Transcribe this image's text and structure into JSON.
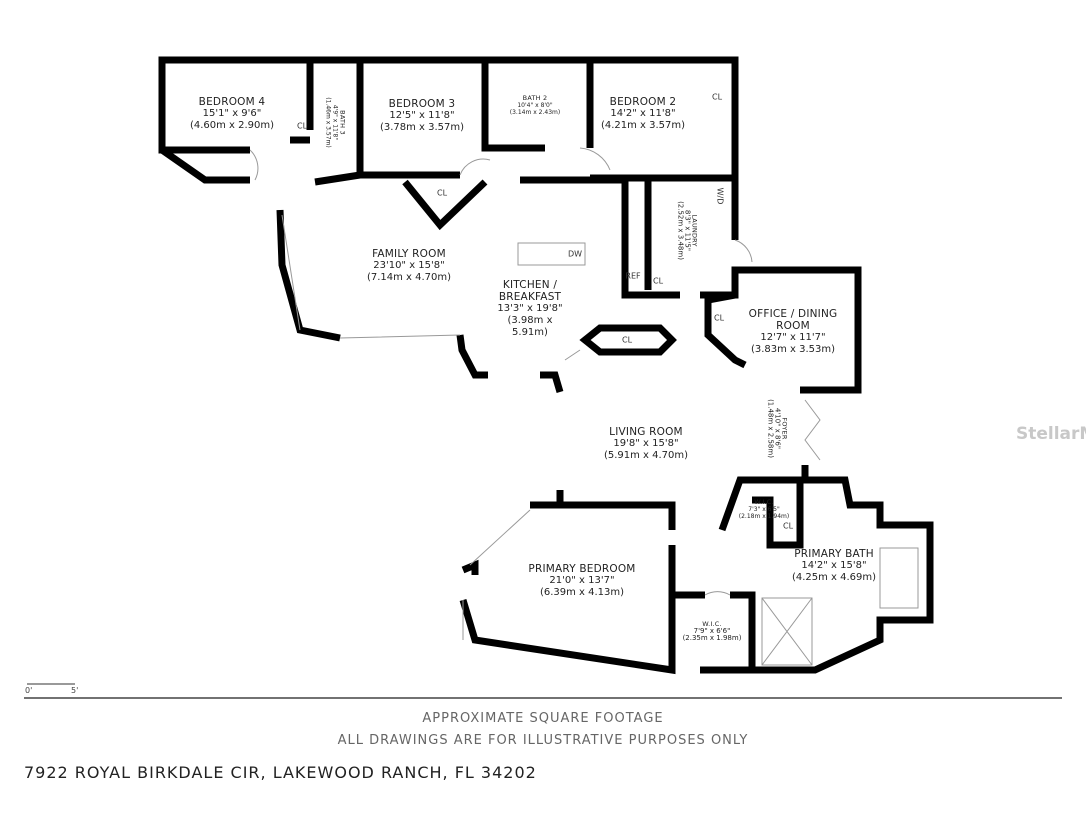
{
  "rooms": [
    {
      "id": "bedroom-4",
      "name": "BEDROOM 4",
      "dims": "15'1\" x 9'6\"",
      "metric": "(4.60m x 2.90m)"
    },
    {
      "id": "bath-3",
      "name": "BATH 3",
      "dims": "4'9\" x 11'8\"",
      "metric": "(1.46m x 3.57m)"
    },
    {
      "id": "bedroom-3",
      "name": "BEDROOM 3",
      "dims": "12'5\" x 11'8\"",
      "metric": "(3.78m x 3.57m)"
    },
    {
      "id": "bath-2",
      "name": "BATH 2",
      "dims": "10'4\" x 8'0\"",
      "metric": "(3.14m x 2.43m)"
    },
    {
      "id": "bedroom-2",
      "name": "BEDROOM 2",
      "dims": "14'2\" x 11'8\"",
      "metric": "(4.21m x 3.57m)"
    },
    {
      "id": "family-room",
      "name": "FAMILY ROOM",
      "dims": "23'10\" x 15'8\"",
      "metric": "(7.14m x 4.70m)"
    },
    {
      "id": "kitchen",
      "name": "KITCHEN / BREAKFAST",
      "dims": "13'3\" x 19'8\"",
      "metric": "(3.98m x 5.91m)"
    },
    {
      "id": "laundry",
      "name": "LAUNDRY",
      "dims": "8'3\" x 11'5\"",
      "metric": "(2.52m x 3.48m)"
    },
    {
      "id": "office",
      "name": "OFFICE / DINING ROOM",
      "dims": "12'7\" x 11'7\"",
      "metric": "(3.83m x 3.53m)"
    },
    {
      "id": "living-room",
      "name": "LIVING ROOM",
      "dims": "19'8\" x 15'8\"",
      "metric": "(5.91m x 4.70m)"
    },
    {
      "id": "foyer",
      "name": "FOYER",
      "dims": "4'10\" x 8'6\"",
      "metric": "(1.48m x 2.58m)"
    },
    {
      "id": "wic-bath",
      "name": "W.I.C.",
      "dims": "7'3\" x 6'5\"",
      "metric": "(2.18m x 1.94m)"
    },
    {
      "id": "primary-bath",
      "name": "PRIMARY BATH",
      "dims": "14'2\" x 15'8\"",
      "metric": "(4.25m x 4.69m)"
    },
    {
      "id": "primary-bedroom",
      "name": "PRIMARY BEDROOM",
      "dims": "21'0\" x 13'7\"",
      "metric": "(6.39m x 4.13m)"
    },
    {
      "id": "wic",
      "name": "W.I.C.",
      "dims": "7'9\" x 6'6\"",
      "metric": "(2.35m x 1.98m)"
    }
  ],
  "tags": {
    "cl": "CL",
    "dw": "DW",
    "ref": "REF",
    "wd": "W/D"
  },
  "scale": {
    "start": "0'",
    "end": "5'"
  },
  "footer": {
    "line1": "APPROXIMATE SQUARE FOOTAGE",
    "line2": "ALL DRAWINGS ARE FOR ILLUSTRATIVE PURPOSES ONLY",
    "address": "7922 ROYAL BIRKDALE CIR, LAKEWOOD RANCH, FL 34202"
  },
  "watermark": "StellarMLS"
}
